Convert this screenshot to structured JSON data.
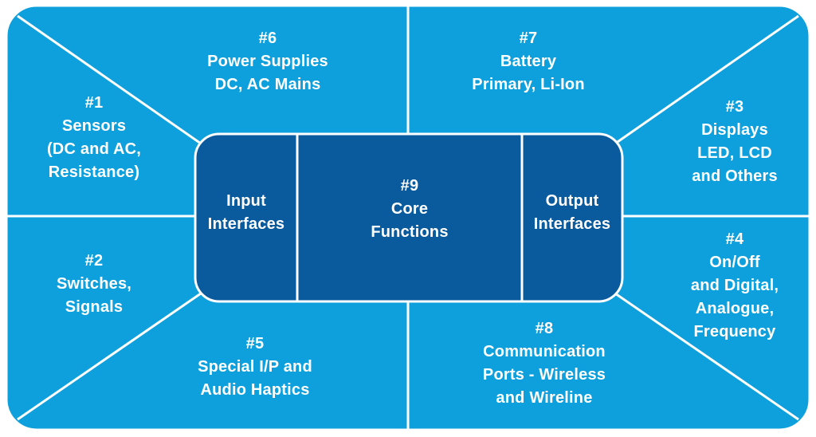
{
  "colors": {
    "outer_fill": "#0ea0dd",
    "inner_fill": "#0a5a9e",
    "border": "#ffffff"
  },
  "segments": {
    "seg1": {
      "number": "#1",
      "lines": [
        "Sensors",
        "(DC and AC,",
        "Resistance)"
      ]
    },
    "seg2": {
      "number": "#2",
      "lines": [
        "Switches,",
        "Signals"
      ]
    },
    "seg3": {
      "number": "#3",
      "lines": [
        "Displays",
        "LED, LCD",
        "and Others"
      ]
    },
    "seg4": {
      "number": "#4",
      "lines": [
        "On/Off",
        "and Digital,",
        "Analogue,",
        "Frequency"
      ]
    },
    "seg5": {
      "number": "#5",
      "lines": [
        "Special I/P and",
        "Audio Haptics"
      ]
    },
    "seg6": {
      "number": "#6",
      "lines": [
        "Power Supplies",
        "DC, AC Mains"
      ]
    },
    "seg7": {
      "number": "#7",
      "lines": [
        "Battery",
        "Primary, Li-Ion"
      ]
    },
    "seg8": {
      "number": "#8",
      "lines": [
        "Communication",
        "Ports - Wireless",
        "and Wireline"
      ]
    }
  },
  "core": {
    "input": {
      "lines": [
        "Input",
        "Interfaces"
      ]
    },
    "center": {
      "number": "#9",
      "lines": [
        "Core",
        "Functions"
      ]
    },
    "output": {
      "lines": [
        "Output",
        "Interfaces"
      ]
    }
  }
}
